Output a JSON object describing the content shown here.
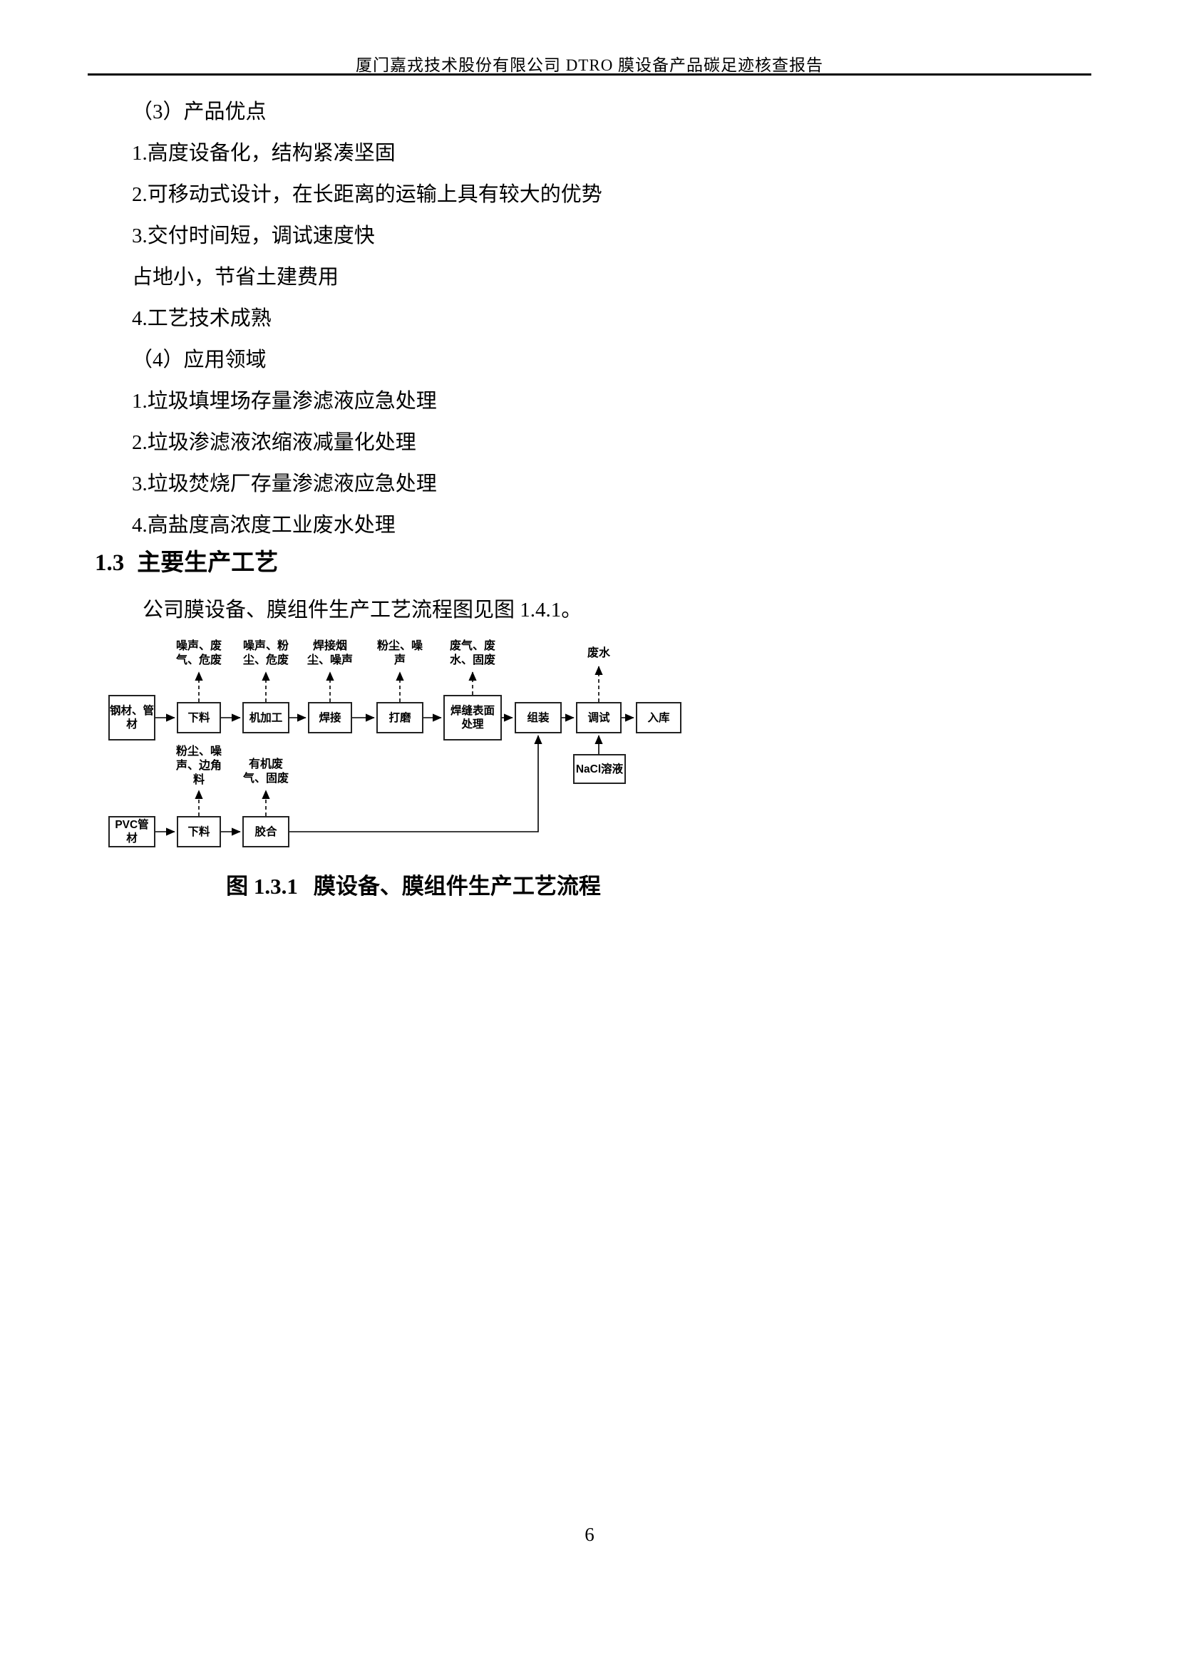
{
  "header": {
    "title": "厦门嘉戎技术股份有限公司 DTRO 膜设备产品碳足迹核查报告"
  },
  "body": {
    "paragraphs": [
      "（3）产品优点",
      "1.高度设备化，结构紧凑坚固",
      "2.可移动式设计，在长距离的运输上具有较大的优势",
      "3.交付时间短，调试速度快",
      "占地小，节省土建费用",
      "4.工艺技术成熟",
      "（4）应用领域",
      "1.垃圾填埋场存量渗滤液应急处理",
      "2.垃圾渗滤液浓缩液减量化处理",
      "3.垃圾焚烧厂存量渗滤液应急处理",
      "4.高盐度高浓度工业废水处理"
    ]
  },
  "section": {
    "number": "1.3",
    "title": "主要生产工艺",
    "intro": "公司膜设备、膜组件生产工艺流程图见图 1.4.1。"
  },
  "flowchart": {
    "main_nodes": [
      "钢材、管\n材",
      "下料",
      "机加工",
      "焊接",
      "打磨",
      "焊缝表面\n处理",
      "组装",
      "调试",
      "入库"
    ],
    "hazards_top": [
      "噪声、废\n气、危废",
      "噪声、粉\n尘、危废",
      "焊接烟\n尘、噪声",
      "粉尘、噪\n声",
      "废气、废\n水、固废",
      "废水"
    ],
    "nacl": "NaCl溶液",
    "pvc_nodes": [
      "PVC管材",
      "下料",
      "胶合"
    ],
    "hazards_bottom": [
      "粉尘、噪\n声、边角\n料",
      "有机废\n气、固废"
    ]
  },
  "caption": {
    "figure_label": "图 1.3.1",
    "figure_title": "膜设备、膜组件生产工艺流程"
  },
  "footer": {
    "page_number": "6"
  }
}
